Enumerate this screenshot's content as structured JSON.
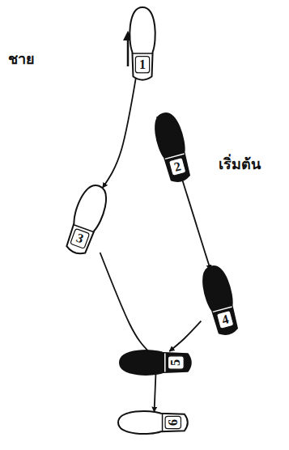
{
  "diagram": {
    "nodes": [
      {
        "text": [
          "1"
        ]
      },
      {
        "text": [
          "2"
        ]
      },
      {
        "text": [
          "3"
        ]
      },
      {
        "text": [
          "4"
        ]
      },
      {
        "text": [
          "5"
        ]
      },
      {
        "text": [
          "6"
        ]
      }
    ],
    "edges": [
      {
        "from": 0,
        "to": 2,
        "arrow": "to"
      },
      {
        "from": 1,
        "to": 3,
        "arrow": "to"
      },
      {
        "from": 2,
        "to": 4,
        "arrow": "none"
      },
      {
        "from": 3,
        "to": 4,
        "arrow": "to"
      },
      {
        "from": 4,
        "to": 5,
        "arrow": "to"
      }
    ],
    "labels": [
      "ชาย",
      "เริ่มต้น"
    ]
  }
}
